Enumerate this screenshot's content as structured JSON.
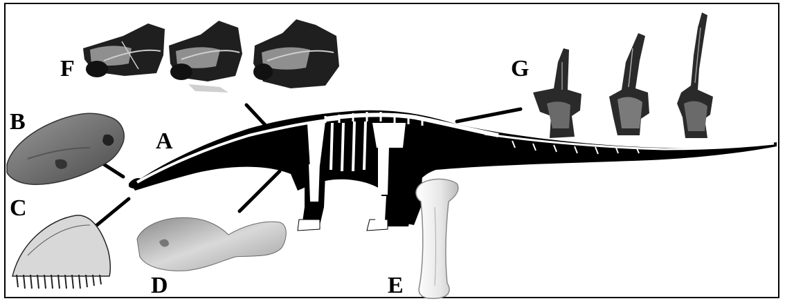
{
  "figure": {
    "panel_labels": {
      "a": "A",
      "b": "B",
      "c": "C",
      "d": "D",
      "e": "E",
      "f": "F",
      "g": "G"
    },
    "colors": {
      "ink": "#000000",
      "bone": "#ffffff",
      "fossil_dark": "#2a2a2a",
      "fossil_mid": "#6b6b6b",
      "fossil_light": "#b5b5b5",
      "bone_shadow": "#c9c9c9",
      "background": "#ffffff"
    }
  }
}
